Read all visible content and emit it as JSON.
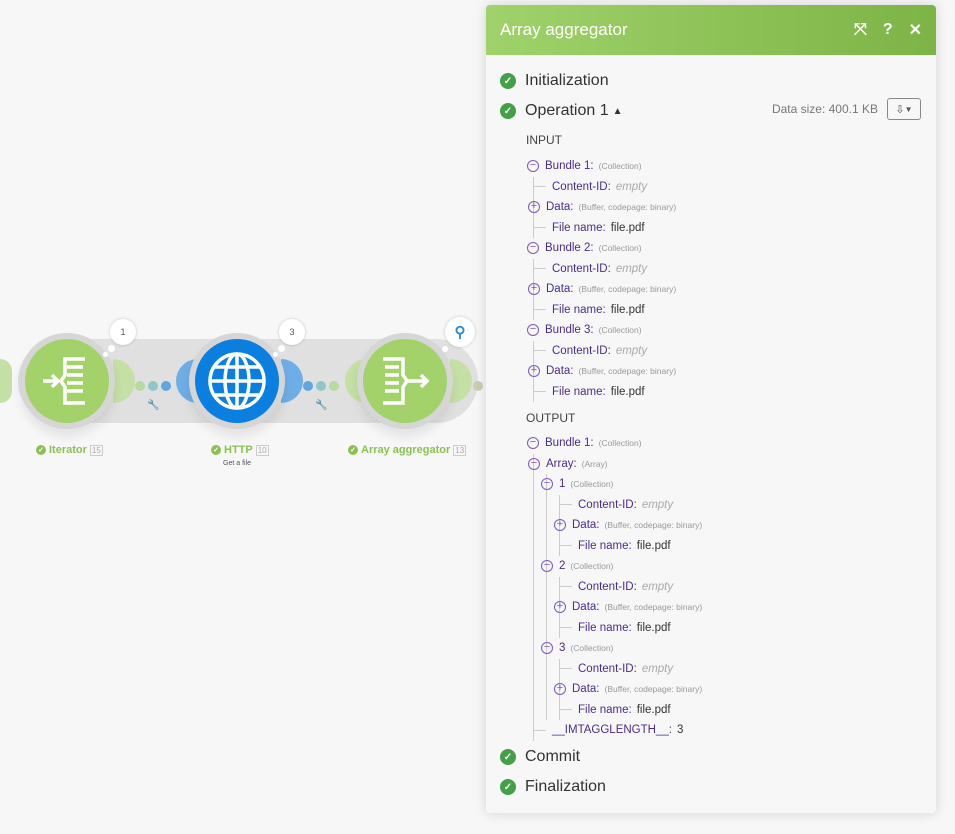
{
  "scenario": {
    "nodes": [
      {
        "name": "Iterator",
        "id": "15",
        "bubble": "1",
        "color": "#a3d26a"
      },
      {
        "name": "HTTP",
        "id": "10",
        "bubble": "3",
        "subtitle": "Get a file",
        "color": "#0b7fe0"
      },
      {
        "name": "Array aggregator",
        "id": "13",
        "color": "#a3d26a"
      }
    ]
  },
  "panel": {
    "title": "Array aggregator",
    "steps": {
      "init": "Initialization",
      "op": "Operation 1",
      "commit": "Commit",
      "final": "Finalization"
    },
    "data_size": "Data size: 400.1 KB",
    "input_label": "INPUT",
    "output_label": "OUTPUT",
    "input": [
      {
        "k": "Bundle 1:",
        "t": "(Collection)",
        "open": true,
        "c": [
          {
            "k": "Content-ID:",
            "e": "empty"
          },
          {
            "k": "Data:",
            "t": "(Buffer, codepage: binary)",
            "open": false
          },
          {
            "k": "File name:",
            "v": "file.pdf"
          }
        ]
      },
      {
        "k": "Bundle 2:",
        "t": "(Collection)",
        "open": true,
        "c": [
          {
            "k": "Content-ID:",
            "e": "empty"
          },
          {
            "k": "Data:",
            "t": "(Buffer, codepage: binary)",
            "open": false
          },
          {
            "k": "File name:",
            "v": "file.pdf"
          }
        ]
      },
      {
        "k": "Bundle 3:",
        "t": "(Collection)",
        "open": true,
        "c": [
          {
            "k": "Content-ID:",
            "e": "empty"
          },
          {
            "k": "Data:",
            "t": "(Buffer, codepage: binary)",
            "open": false
          },
          {
            "k": "File name:",
            "v": "file.pdf"
          }
        ]
      }
    ],
    "output": [
      {
        "k": "Bundle 1:",
        "t": "(Collection)",
        "open": true,
        "c": [
          {
            "k": "Array:",
            "t": "(Array)",
            "open": true,
            "c": [
              {
                "k": "1",
                "t": "(Collection)",
                "open": true,
                "c": [
                  {
                    "k": "Content-ID:",
                    "e": "empty"
                  },
                  {
                    "k": "Data:",
                    "t": "(Buffer, codepage: binary)",
                    "open": false
                  },
                  {
                    "k": "File name:",
                    "v": "file.pdf"
                  }
                ]
              },
              {
                "k": "2",
                "t": "(Collection)",
                "open": true,
                "c": [
                  {
                    "k": "Content-ID:",
                    "e": "empty"
                  },
                  {
                    "k": "Data:",
                    "t": "(Buffer, codepage: binary)",
                    "open": false
                  },
                  {
                    "k": "File name:",
                    "v": "file.pdf"
                  }
                ]
              },
              {
                "k": "3",
                "t": "(Collection)",
                "open": true,
                "c": [
                  {
                    "k": "Content-ID:",
                    "e": "empty"
                  },
                  {
                    "k": "Data:",
                    "t": "(Buffer, codepage: binary)",
                    "open": false
                  },
                  {
                    "k": "File name:",
                    "v": "file.pdf"
                  }
                ]
              }
            ]
          },
          {
            "k": "__IMTAGGLENGTH__:",
            "v": "3"
          }
        ]
      }
    ]
  }
}
